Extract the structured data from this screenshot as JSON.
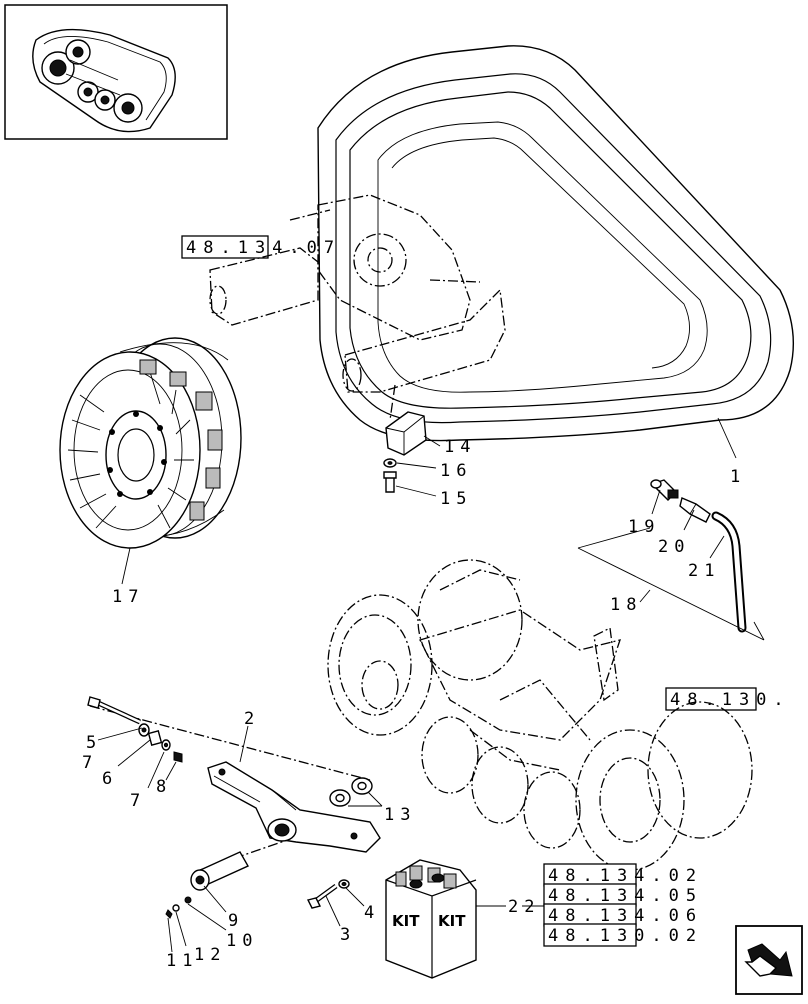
{
  "callouts": {
    "c1": "1",
    "c2": "2",
    "c3": "3",
    "c4": "4",
    "c5": "5",
    "c6": "6",
    "c7a": "7",
    "c7b": "7",
    "c8": "8",
    "c9": "9",
    "c10": "10",
    "c11": "11",
    "c12": "12",
    "c13": "13",
    "c14": "14",
    "c15": "15",
    "c16": "16",
    "c17": "17",
    "c18": "18",
    "c19": "19",
    "c20": "20",
    "c21": "21",
    "c22": "22"
  },
  "refs": {
    "r1": "48.134.07",
    "r2": "48.130.",
    "r3": "48.134.02",
    "r4": "48.134.05",
    "r5": "48.134.06",
    "r6": "48.130.02"
  },
  "kit": {
    "left_label": "KIT",
    "right_label": "KIT"
  },
  "icons": {
    "overview": "track-assembly-thumbnail-icon",
    "navigation": "next-page-arrow-icon"
  }
}
